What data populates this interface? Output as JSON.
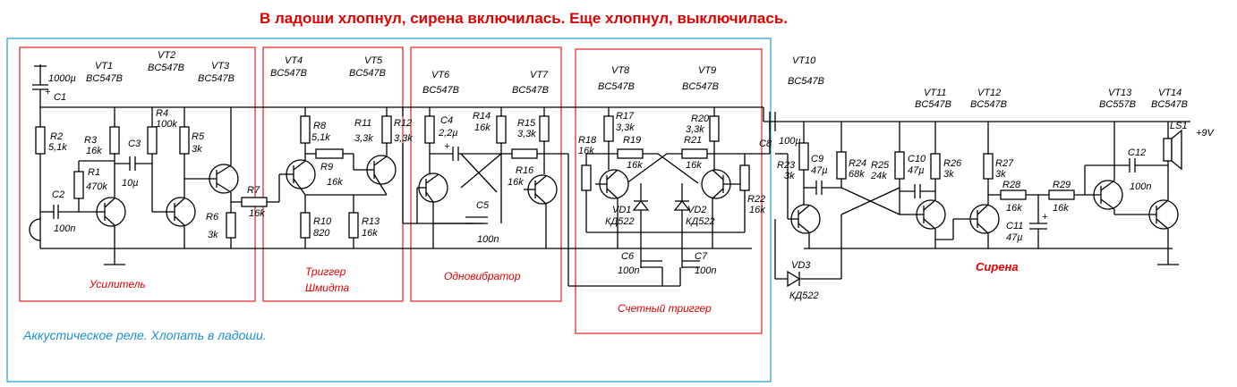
{
  "title": "В ладоши хлопнул, сирена включилась. Еще хлопнул, выключилась.",
  "outer_caption": "Аккустическое реле.  Хлопать в ладоши.",
  "blocks": {
    "amp": "Усилитель",
    "schmitt_1": "Триггер",
    "schmitt_2": "Шмидта",
    "oneshot": "Одновибратор",
    "counter": "Счетный триггер",
    "siren": "Сирена"
  },
  "supply": "+9V",
  "transistors": {
    "vt1": {
      "name": "VT1",
      "type": "BC547B"
    },
    "vt2": {
      "name": "VT2",
      "type": "BC547B"
    },
    "vt3": {
      "name": "VT3",
      "type": "BC547B"
    },
    "vt4": {
      "name": "VT4",
      "type": "BC547B"
    },
    "vt5": {
      "name": "VT5",
      "type": "BC547B"
    },
    "vt6": {
      "name": "VT6",
      "type": "BC547B"
    },
    "vt7": {
      "name": "VT7",
      "type": "BC547B"
    },
    "vt8": {
      "name": "VT8",
      "type": "BC547B"
    },
    "vt9": {
      "name": "VT9",
      "type": "BC547B"
    },
    "vt10": {
      "name": "VT10",
      "type": "BC547B"
    },
    "vt11": {
      "name": "VT11",
      "type": "BC547B"
    },
    "vt12": {
      "name": "VT12",
      "type": "BC547B"
    },
    "vt13": {
      "name": "VT13",
      "type": "BC557B"
    },
    "vt14": {
      "name": "VT14",
      "type": "BC547B"
    }
  },
  "resistors": {
    "r1": {
      "name": "R1",
      "value": "470k"
    },
    "r2": {
      "name": "R2",
      "value": "5,1k"
    },
    "r3": {
      "name": "R3",
      "value": "16k"
    },
    "r4": {
      "name": "R4",
      "value": "100k"
    },
    "r5": {
      "name": "R5",
      "value": "3k"
    },
    "r6": {
      "name": "R6",
      "value": "3k"
    },
    "r7": {
      "name": "R7",
      "value": "16k"
    },
    "r8": {
      "name": "R8",
      "value": "5,1k"
    },
    "r9": {
      "name": "R9",
      "value": "16k"
    },
    "r10": {
      "name": "R10",
      "value": "820"
    },
    "r11": {
      "name": "R11",
      "value": "3,3k"
    },
    "r12": {
      "name": "R12",
      "value": "3,3k"
    },
    "r13": {
      "name": "R13",
      "value": "16k"
    },
    "r14": {
      "name": "R14",
      "value": "16k"
    },
    "r15": {
      "name": "R15",
      "value": "3,3k"
    },
    "r16": {
      "name": "R16",
      "value": "16k"
    },
    "r17": {
      "name": "R17",
      "value": "3,3k"
    },
    "r18": {
      "name": "R18",
      "value": "16k"
    },
    "r19": {
      "name": "R19",
      "value": "16k"
    },
    "r20": {
      "name": "R20",
      "value": "3,3k"
    },
    "r21": {
      "name": "R21",
      "value": "16k"
    },
    "r22": {
      "name": "R22",
      "value": "16k"
    },
    "r23": {
      "name": "R23",
      "value": "3k"
    },
    "r24": {
      "name": "R24",
      "value": "68k"
    },
    "r25": {
      "name": "R25",
      "value": "24k"
    },
    "r26": {
      "name": "R26",
      "value": "3k"
    },
    "r27": {
      "name": "R27",
      "value": "3k"
    },
    "r28": {
      "name": "R28",
      "value": "16k"
    },
    "r29": {
      "name": "R29",
      "value": "16k"
    }
  },
  "capacitors": {
    "c1": {
      "name": "C1",
      "value": "1000µ"
    },
    "c2": {
      "name": "C2",
      "value": "100n"
    },
    "c3": {
      "name": "C3",
      "value": "10µ"
    },
    "c4": {
      "name": "C4",
      "value": "2,2µ"
    },
    "c5": {
      "name": "C5",
      "value": "100n"
    },
    "c6": {
      "name": "C6",
      "value": "100n"
    },
    "c7": {
      "name": "C7",
      "value": "100n"
    },
    "c8": {
      "name": "C8",
      "value": "100µ"
    },
    "c9": {
      "name": "C9",
      "value": "47µ"
    },
    "c10": {
      "name": "C10",
      "value": "47µ"
    },
    "c11": {
      "name": "C11",
      "value": "47µ"
    },
    "c12": {
      "name": "C12",
      "value": "100n"
    }
  },
  "diodes": {
    "vd1": {
      "name": "VD1",
      "type": "КД522"
    },
    "vd2": {
      "name": "VD2",
      "type": "КД522"
    },
    "vd3": {
      "name": "VD3",
      "type": "КД522"
    }
  },
  "speaker": "LS1",
  "colors": {
    "title": "#e00000",
    "block_frame": "#e02020",
    "outer_frame": "#1a9fd0"
  }
}
